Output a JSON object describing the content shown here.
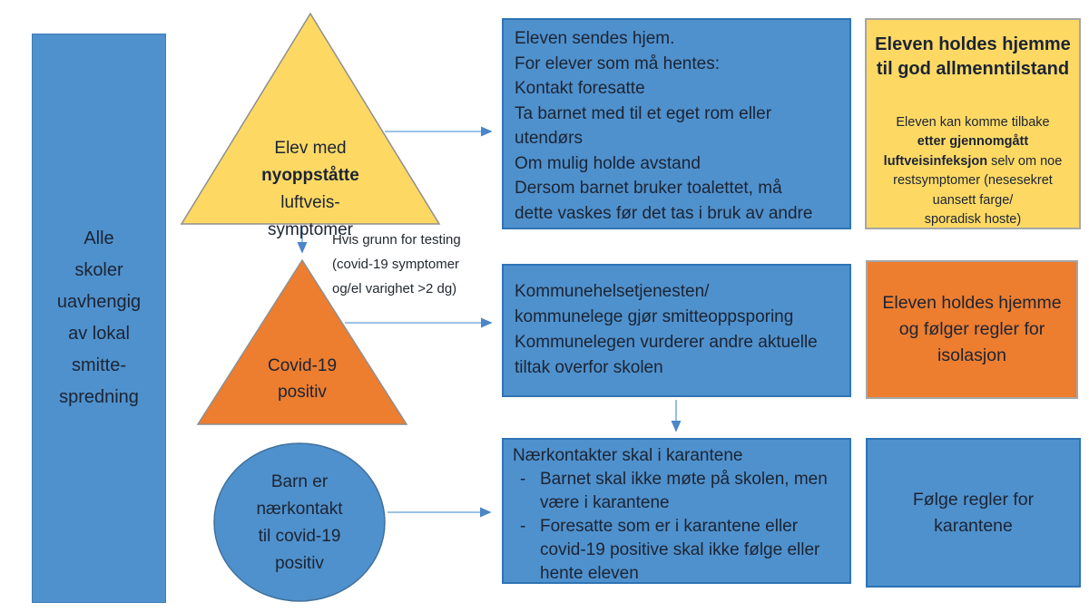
{
  "colors": {
    "blue_fill": "#4f91cd",
    "blue_border": "#2e74b5",
    "yellow_fill": "#fdd964",
    "orange_fill": "#ed7d2f",
    "circle_border": "#41719c",
    "arrow": "#7fadde",
    "text": "#1c2433"
  },
  "left_panel": {
    "label": "Alle\nskoler\nuavhengig\nav lokal\nsmitte-\nspredning"
  },
  "symptom_triangle": {
    "text_before": "Elev med\n",
    "text_bold": "nyoppståtte",
    "text_after": "\nluftveis-\nsymptomer"
  },
  "testing_label": {
    "text": "Hvis grunn for testing\n(covid-19 symptomer\nog/el varighet >2 dg)"
  },
  "covid_triangle": {
    "label": "Covid-19\npositiv"
  },
  "contact_circle": {
    "label": "Barn er\nnærkontakt\ntil covid-19\npositiv"
  },
  "send_home_box": {
    "text": "Eleven sendes hjem.\nFor elever som må hentes:\nKontakt foresatte\nTa barnet med til et eget rom eller\nutendørs\nOm mulig holde avstand\nDersom barnet bruker toalettet, må\ndette vaskes før det tas i bruk av andre"
  },
  "stay_home_box": {
    "title": "Eleven holdes hjemme\ntil god allmenntilstand",
    "note_before": "Eleven kan komme tilbake\n",
    "note_bold": "etter gjennomgått\nluftveisinfeksjon",
    "note_after": " selv om noe\nrestsymptomer (nesesekret\nuansett farge/\nsporadisk hoste)"
  },
  "tracing_box": {
    "text": "Kommunehelsetjenesten/\nkommunelege gjør smitteoppsporing\nKommunelegen vurderer andre aktuelle\ntiltak overfor skolen"
  },
  "isolation_box": {
    "text": "Eleven holdes hjemme\nog følger regler for\nisolasjon"
  },
  "quarantine_box": {
    "title": "Nærkontakter skal i karantene",
    "bullets": [
      {
        "marker": "-",
        "text": "Barnet skal ikke møte på skolen, men\nvære i karantene"
      },
      {
        "marker": "-",
        "text": "Foresatte som er i karantene eller\ncovid-19 positive skal ikke følge eller\nhente eleven"
      }
    ]
  },
  "quarantine_rules_box": {
    "text": "Følge regler for\nkarantene"
  }
}
